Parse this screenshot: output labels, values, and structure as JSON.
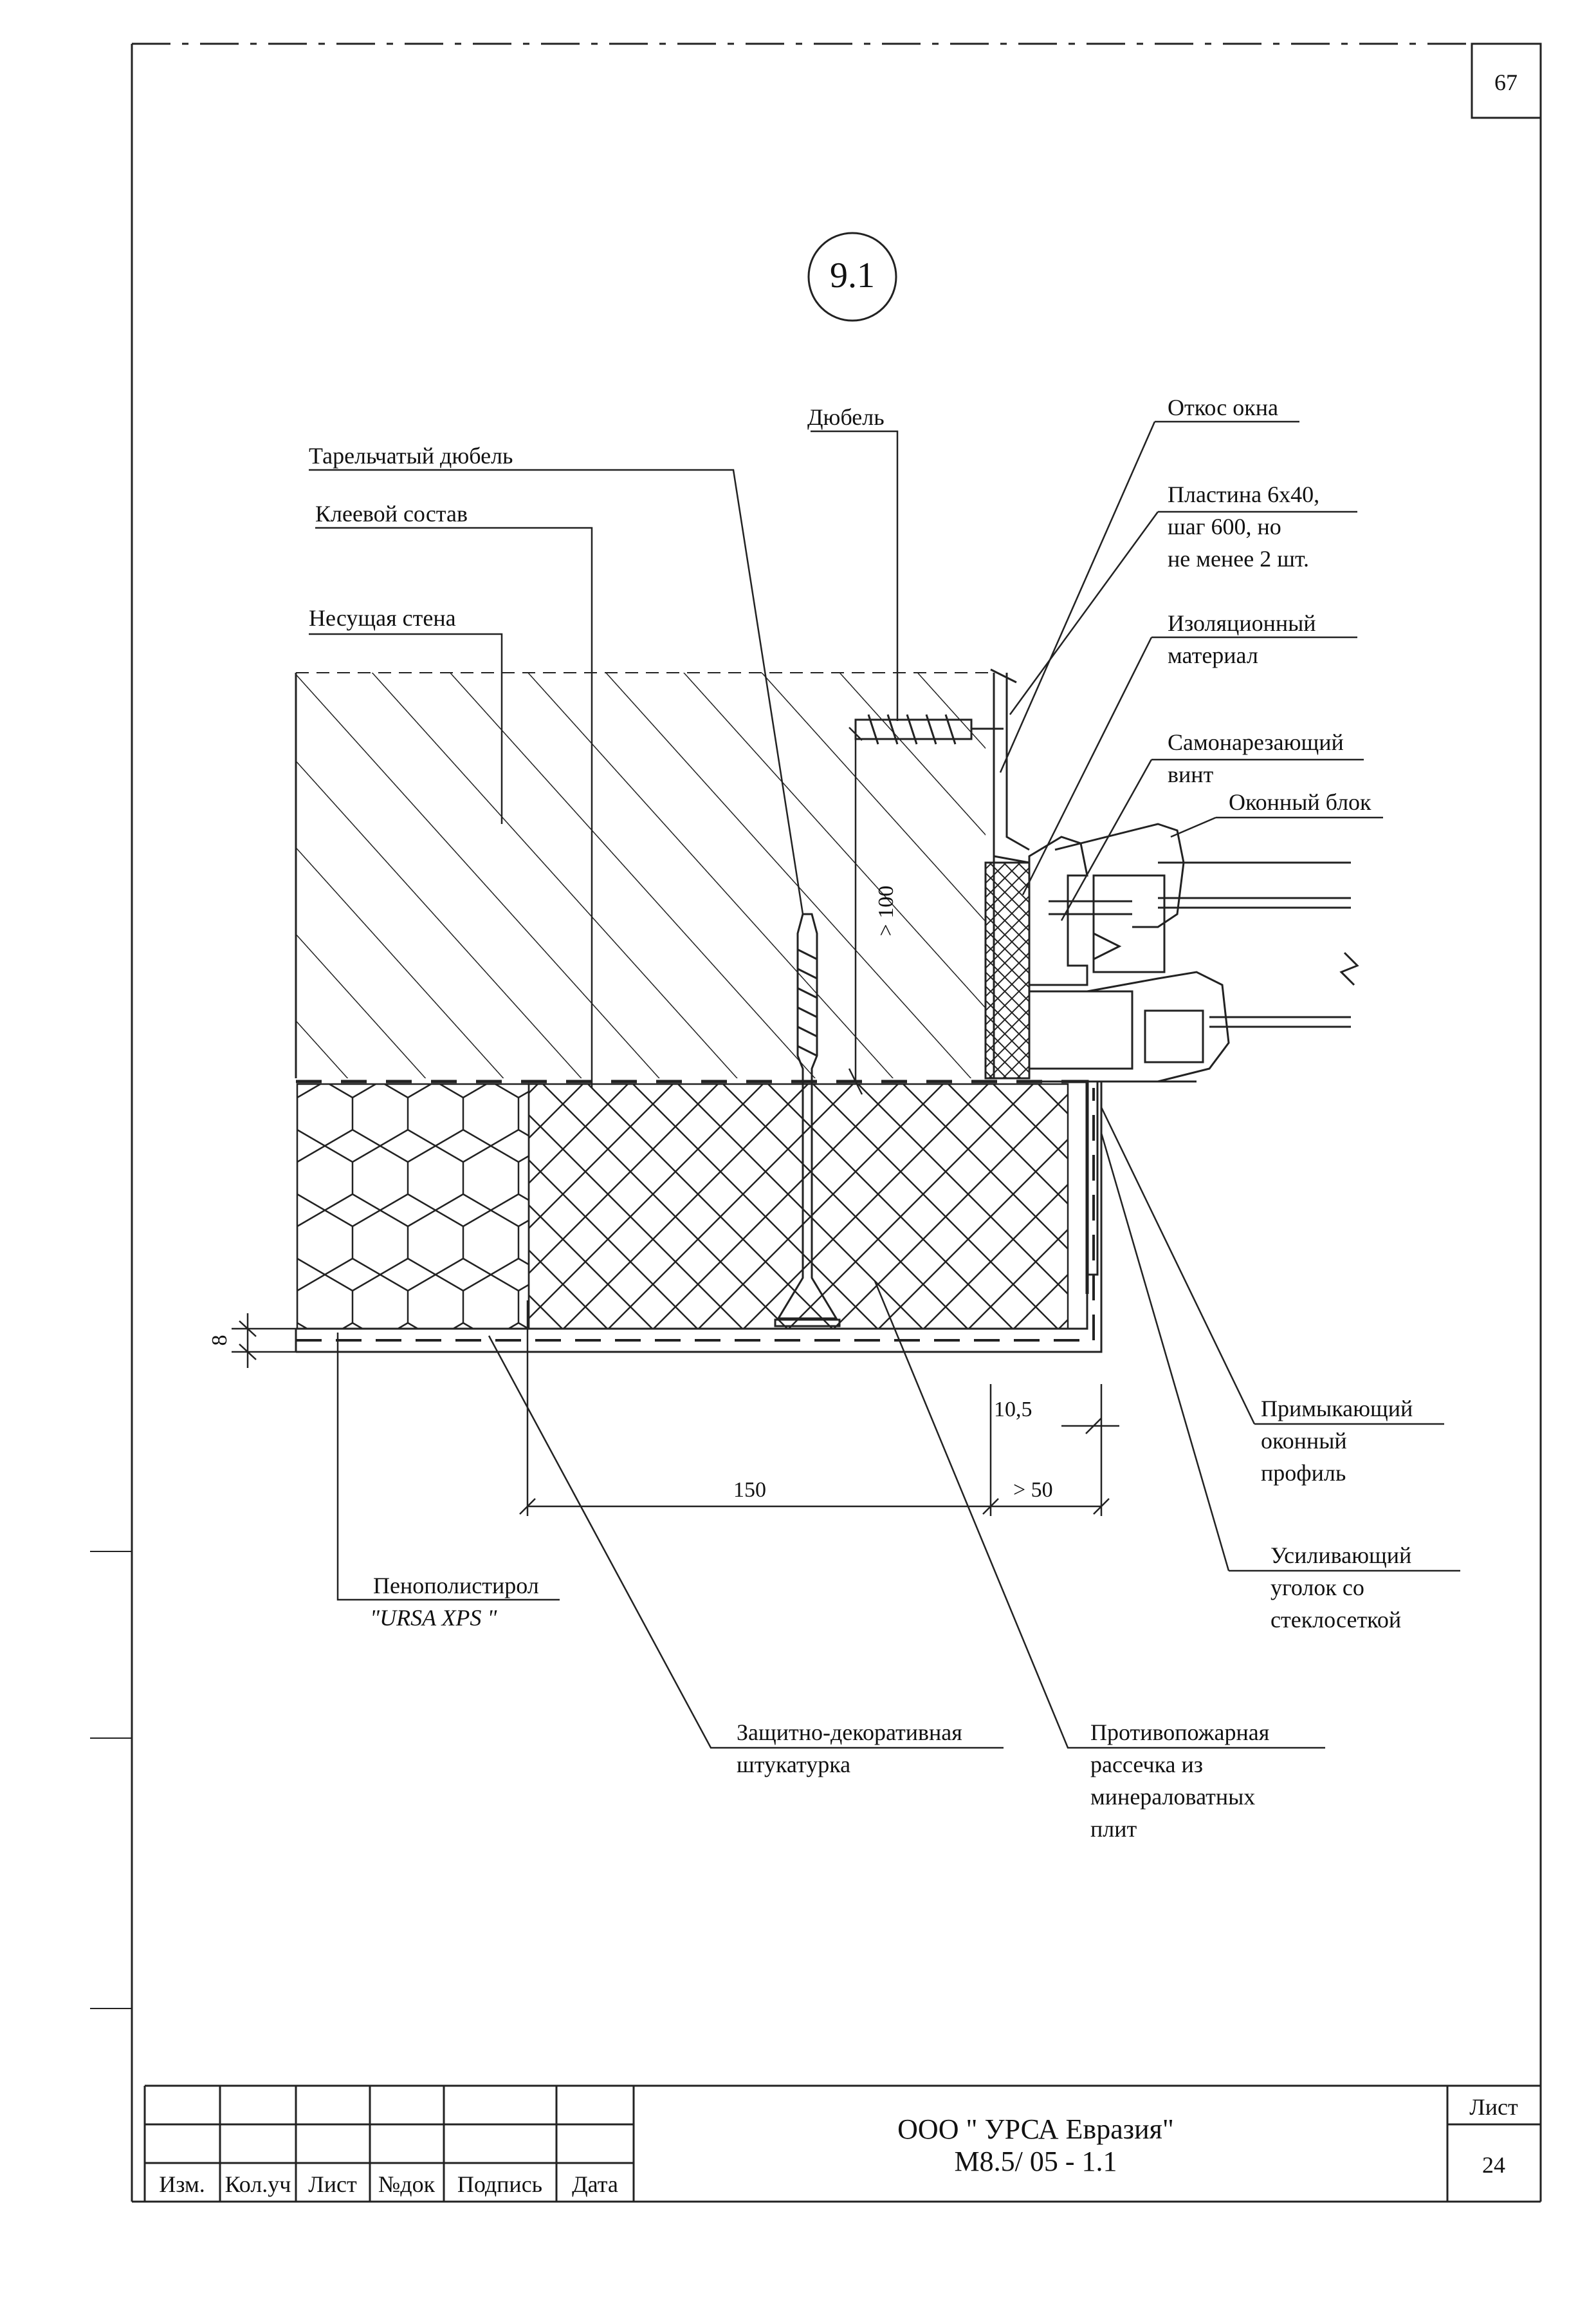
{
  "sheet_corner_number": "67",
  "detail_number": "9.1",
  "labels": {
    "dowel": "Дюбель",
    "plate_dowel": "Тарельчатый дюбель",
    "adhesive": "Клеевой состав",
    "bearing_wall": "Несущая стена",
    "window_reveal": "Откос окна",
    "plate_1": "Пластина 6х40,",
    "plate_2": "шаг 600, но",
    "plate_3": "не менее 2 шт.",
    "insulation_1": "Изоляционный",
    "insulation_2": "материал",
    "screw_1": "Самонарезающий",
    "screw_2": "винт",
    "window_block": "Оконный блок",
    "adjoining_1": "Примыкающий",
    "adjoining_2": "оконный",
    "adjoining_3": "профиль",
    "reinforcing_1": "Усиливающий",
    "reinforcing_2": "уголок со",
    "reinforcing_3": "стеклосеткой",
    "polystyrene_1": "Пенополистирол",
    "polystyrene_2": "\"URSA  XPS \"",
    "plaster_1": "Защитно-декоративная",
    "plaster_2": "штукатурка",
    "firebreak_1": "Противопожарная",
    "firebreak_2": "рассечка из",
    "firebreak_3": "минераловатных",
    "firebreak_4": "плит"
  },
  "dimensions": {
    "d100": "> 100",
    "d8": "8",
    "d10_5": "10,5",
    "d150": "150",
    "d50": "> 50"
  },
  "title_block": {
    "columns": [
      "Изм.",
      "Кол.уч",
      "Лист",
      "№док",
      "Подпись",
      "Дата"
    ],
    "company": "ООО \" УРСА Евразия\"",
    "doc_code": "М8.5/ 05 - 1.1",
    "sheet_label": "Лист",
    "sheet_number": "24"
  }
}
